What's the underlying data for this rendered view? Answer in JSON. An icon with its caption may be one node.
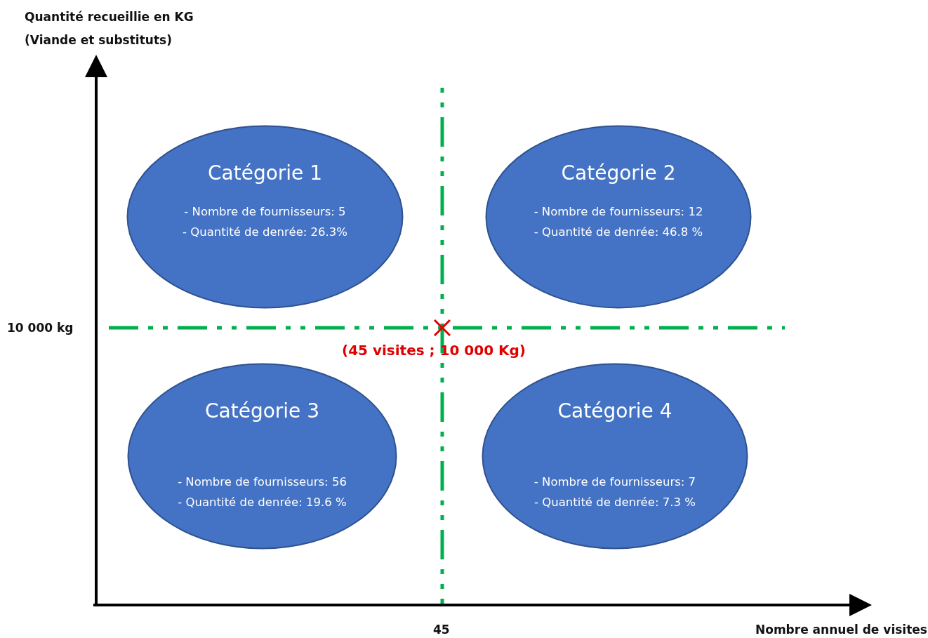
{
  "diagram": {
    "nodes": [
      {
        "text": [
          "Catégorie 1",
          "- Nombre de fournisseurs: 5",
          "- Quantité de denrée: 26.3%"
        ]
      },
      {
        "text": [
          "Catégorie 2",
          "- Nombre de fournisseurs: 12",
          "- Quantité de denrée: 46.8 %"
        ]
      },
      {
        "text": [
          "Catégorie 3",
          "- Nombre de fournisseurs: 56",
          "- Quantité de denrée: 19.6 %"
        ]
      },
      {
        "text": [
          "Catégorie 4",
          "- Nombre de fournisseurs: 7",
          "- Quantité de denrée: 7.3 %"
        ]
      }
    ],
    "edges": [],
    "labels": [
      "Quantité recueillie en KG (Viande et substituts)",
      "10 000 kg",
      "(45 visites ; 10 000 Kg)",
      "45",
      "Nombre annuel de visites"
    ]
  }
}
